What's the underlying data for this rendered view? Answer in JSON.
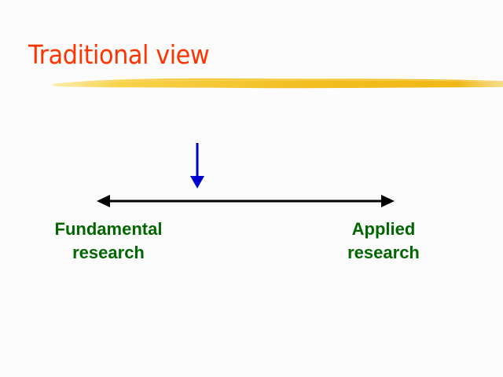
{
  "slide": {
    "title": "Traditional view",
    "title_color": "#ff3300",
    "underline_color": "#f2b800"
  },
  "diagram": {
    "left_label": {
      "line1": "Fundamental",
      "line2": "research"
    },
    "right_label": {
      "line1": "Applied",
      "line2": "research"
    },
    "axis_color": "#000000",
    "label_color": "#006600",
    "marker_color": "#0000cc"
  }
}
